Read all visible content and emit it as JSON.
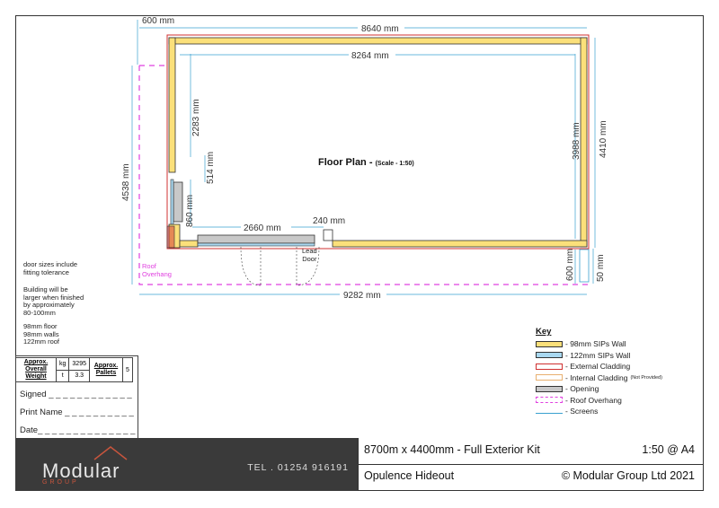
{
  "plan": {
    "title": "Floor Plan - ",
    "scale": "(Scale - 1:50)",
    "dims": {
      "d600_top": "600 mm",
      "d8640": "8640 mm",
      "d8264": "8264 mm",
      "d2283": "2283 mm",
      "d514": "514 mm",
      "d860": "860 mm",
      "d2660": "2660 mm",
      "d240": "240 mm",
      "d4538": "4538 mm",
      "d3988": "3988 mm",
      "d4410": "4410 mm",
      "d600_bottom": "600 mm",
      "d50": "50 mm",
      "d9282": "9282 mm"
    },
    "lead_door": "Lead\nDoor",
    "roof_overhang": "Roof\nOverhang"
  },
  "notes": {
    "door_sizes": "door sizes include\nfitting tolerance",
    "building_larger": "Building will be\nlarger when finished\nby approximately\n80-100mm",
    "thickness": "98mm floor\n98mm walls\n122mm roof"
  },
  "weight": {
    "label": "Approx. Overall Weight",
    "kg_label": "kg",
    "kg_value": "3295",
    "t_label": "t",
    "t_value": "3.3",
    "pallets_label": "Approx. Pallets",
    "pallets_value": "5"
  },
  "sign": {
    "signed": "Signed _ _ _ _ _ _ _ _ _ _ _ _",
    "print_name": "Print Name _ _ _ _ _ _ _ _ _ _",
    "date": "Date_ _ _ _ _ _ _ _ _ _ _ _ _ _"
  },
  "key": {
    "title": "Key",
    "items": [
      {
        "label": "- 98mm SIPs Wall",
        "fill": "#fbe07a",
        "border": "#333333",
        "style": "solid"
      },
      {
        "label": "- 122mm SIPs Wall",
        "fill": "#a9d8f0",
        "border": "#333333",
        "style": "solid"
      },
      {
        "label": "- External Cladding",
        "fill": "#ffffff",
        "border": "#d03030",
        "style": "solid"
      },
      {
        "label": "- Internal Cladding",
        "small": "(Not Provided)",
        "fill": "#ffffff",
        "border": "#e8b070",
        "style": "solid"
      },
      {
        "label": "- Opening",
        "fill": "#c8c8c8",
        "border": "#333333",
        "style": "solid"
      },
      {
        "label": "- Roof Overhang",
        "fill": "#ffffff",
        "border": "#e040e0",
        "style": "dashed"
      },
      {
        "label": "- Screens",
        "fill": "#ffffff",
        "border": "#3aa0d0",
        "style": "screen"
      }
    ]
  },
  "footer": {
    "logo": "Modular",
    "logo_sub": "GROUP",
    "tel": "TEL . 01254 916191",
    "kit": "8700m x 4400mm - Full Exterior Kit",
    "scale": "1:50 @ A4",
    "name": "Opulence Hideout",
    "copyright": "© Modular Group Ltd 2021"
  },
  "colors": {
    "wall": "#fbe07a",
    "wall122": "#a9d8f0",
    "cladding": "#d03030",
    "overhang": "#e040e0",
    "dim": "#3aa0d0"
  }
}
